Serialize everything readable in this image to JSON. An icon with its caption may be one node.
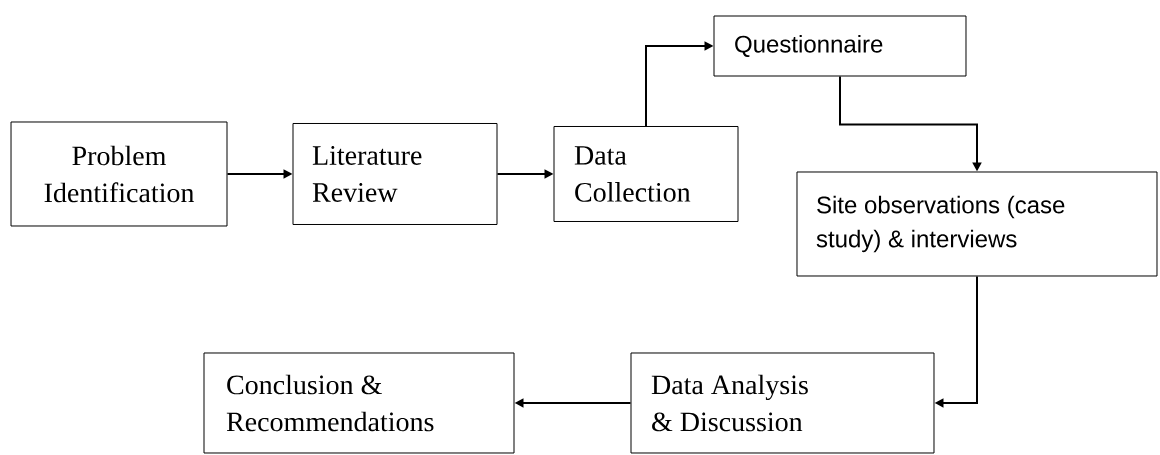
{
  "diagram": {
    "nodes": [
      {
        "text": [
          "Problem Identification"
        ]
      },
      {
        "text": [
          "Literature Review"
        ]
      },
      {
        "text": [
          "Data Collection"
        ]
      },
      {
        "text": [
          "Questionnaire"
        ]
      },
      {
        "text": [
          "Site observations (case study) & interviews"
        ]
      },
      {
        "text": [
          "Data Analysis & Discussion"
        ]
      },
      {
        "text": [
          "Conclusion & Recommendations"
        ]
      }
    ],
    "edges": [
      {
        "from": 0,
        "to": 1,
        "arrow": "to"
      },
      {
        "from": 1,
        "to": 2,
        "arrow": "to"
      },
      {
        "from": 2,
        "to": 3,
        "arrow": "to"
      },
      {
        "from": 3,
        "to": 4,
        "arrow": "to"
      },
      {
        "from": 4,
        "to": 5,
        "arrow": "to"
      },
      {
        "from": 5,
        "to": 6,
        "arrow": "to"
      }
    ]
  }
}
